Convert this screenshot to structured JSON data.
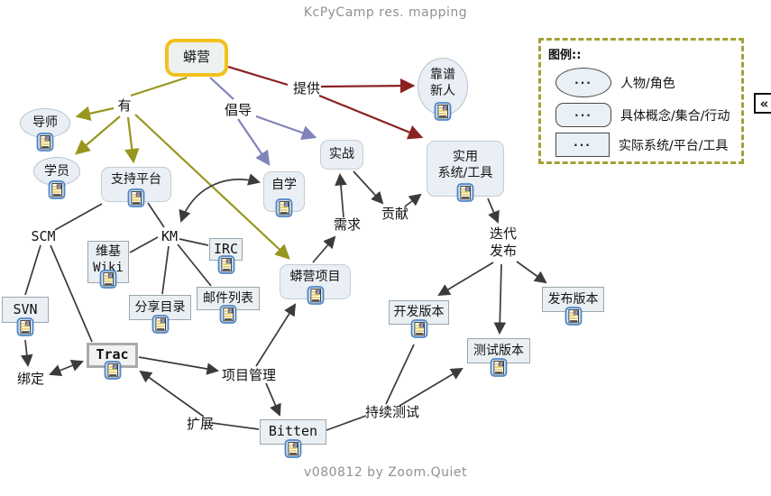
{
  "title": "KcPyCamp res. mapping",
  "footer": "v080812 by Zoom.Quiet",
  "collapse_button": "«",
  "legend": {
    "title": "图例::",
    "items": [
      {
        "shape": "ellipse",
        "sample": "···",
        "label": "人物/角色"
      },
      {
        "shape": "rounded",
        "sample": "···",
        "label": "具体概念/集合/行动"
      },
      {
        "shape": "rect",
        "sample": "···",
        "label": "实际系统/平台/工具"
      }
    ]
  },
  "colors": {
    "camp_border": "#f2c11d",
    "olive_arrow": "#98961f",
    "purple_arrow": "#8083bb",
    "red_arrow": "#8b2222",
    "dark_arrow": "#3b3b3b",
    "node_fill": "#e9eff5"
  },
  "nodes": {
    "mangying": {
      "label": "蟒营",
      "type": "camp"
    },
    "you": {
      "label": "有",
      "type": "text"
    },
    "changdao": {
      "label": "倡导",
      "type": "text"
    },
    "tigong": {
      "label": "提供",
      "type": "text"
    },
    "daoshi": {
      "label": "导师",
      "type": "person"
    },
    "xueyuan": {
      "label": "学员",
      "type": "person"
    },
    "kaopuxinren": {
      "label": "靠谱\n新人",
      "type": "person"
    },
    "zhichipingtai": {
      "label": "支持平台",
      "type": "concept"
    },
    "zixue": {
      "label": "自学",
      "type": "concept"
    },
    "shizhan": {
      "label": "实战",
      "type": "concept"
    },
    "shiyongxitong": {
      "label": "实用\n系统/工具",
      "type": "concept"
    },
    "mangyingxiangmu": {
      "label": "蟒营项目",
      "type": "concept"
    },
    "xuqiu": {
      "label": "需求",
      "type": "text"
    },
    "gongxian": {
      "label": "贡献",
      "type": "text"
    },
    "scm": {
      "label": "SCM",
      "type": "text"
    },
    "km": {
      "label": "KM",
      "type": "text"
    },
    "weijiwiki": {
      "label": "维基\nWiki",
      "type": "system"
    },
    "irc": {
      "label": "IRC",
      "type": "system"
    },
    "youjianliebiao": {
      "label": "邮件列表",
      "type": "system"
    },
    "fenxiangmulu": {
      "label": "分享目录",
      "type": "system"
    },
    "svn": {
      "label": "SVN",
      "type": "system"
    },
    "trac": {
      "label": "Trac",
      "type": "system"
    },
    "bangding": {
      "label": "绑定",
      "type": "text"
    },
    "xiangmuguanli": {
      "label": "项目管理",
      "type": "text"
    },
    "kuozhan": {
      "label": "扩展",
      "type": "text"
    },
    "bitten": {
      "label": "Bitten",
      "type": "system"
    },
    "chixuceshi": {
      "label": "持续测试",
      "type": "text"
    },
    "diedaifabu": {
      "label": "迭代\n发布",
      "type": "text"
    },
    "kaifabanben": {
      "label": "开发版本",
      "type": "system"
    },
    "ceshibanben": {
      "label": "测试版本",
      "type": "system"
    },
    "fabubanben": {
      "label": "发布版本",
      "type": "system"
    }
  }
}
